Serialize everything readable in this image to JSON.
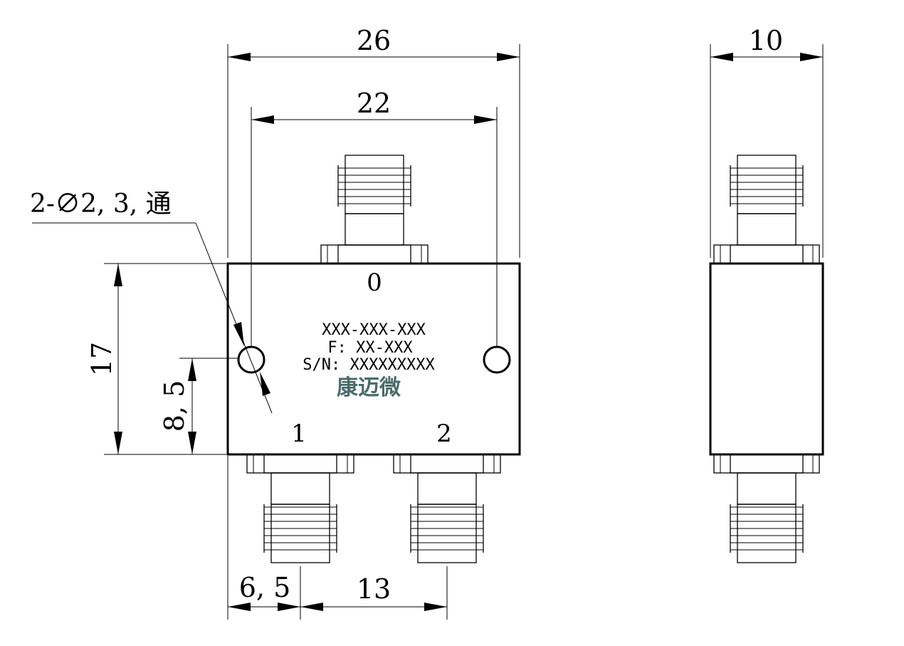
{
  "dimensions": {
    "width_overall": "26",
    "width_holes": "22",
    "side_width": "10",
    "height_overall": "17",
    "hole_height": "8, 5",
    "port1_offset": "6, 5",
    "port_spacing": "13"
  },
  "hole_note": "2-∅2, 3, 通",
  "ports": {
    "p0": "0",
    "p1": "1",
    "p2": "2"
  },
  "marking": {
    "model": "XXX-XXX-XXX",
    "freq": "F: XX-XXX",
    "serial": "S/N: XXXXXXXXX",
    "brand": "康迈微"
  }
}
